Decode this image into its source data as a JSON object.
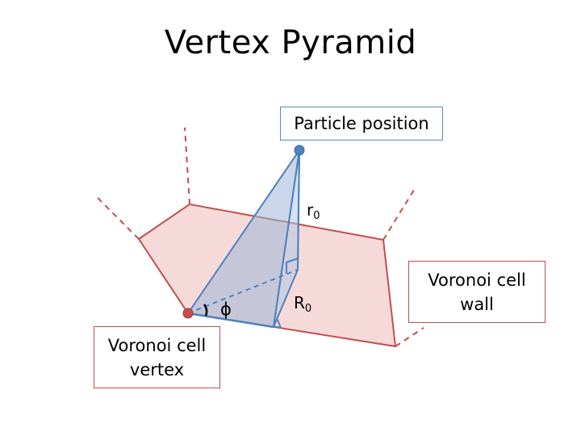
{
  "title": "Vertex Pyramid",
  "labels": {
    "particle_position": "Particle position",
    "wall_line1": "Voronoi cell",
    "wall_line2": "wall",
    "vertex_line1": "Voronoi cell",
    "vertex_line2": "vertex",
    "r0_base": "r",
    "r0_sub": "0",
    "R0_base": "R",
    "R0_sub": "0",
    "phi": "ϕ"
  },
  "colors": {
    "wall_fill": "#f4d4d4",
    "wall_stroke": "#c0504d",
    "pyramid_fill": "#9fb6d8",
    "pyramid_stroke": "#4f81bd",
    "particle_point": "#4f81bd",
    "vertex_point": "#c0504d"
  }
}
